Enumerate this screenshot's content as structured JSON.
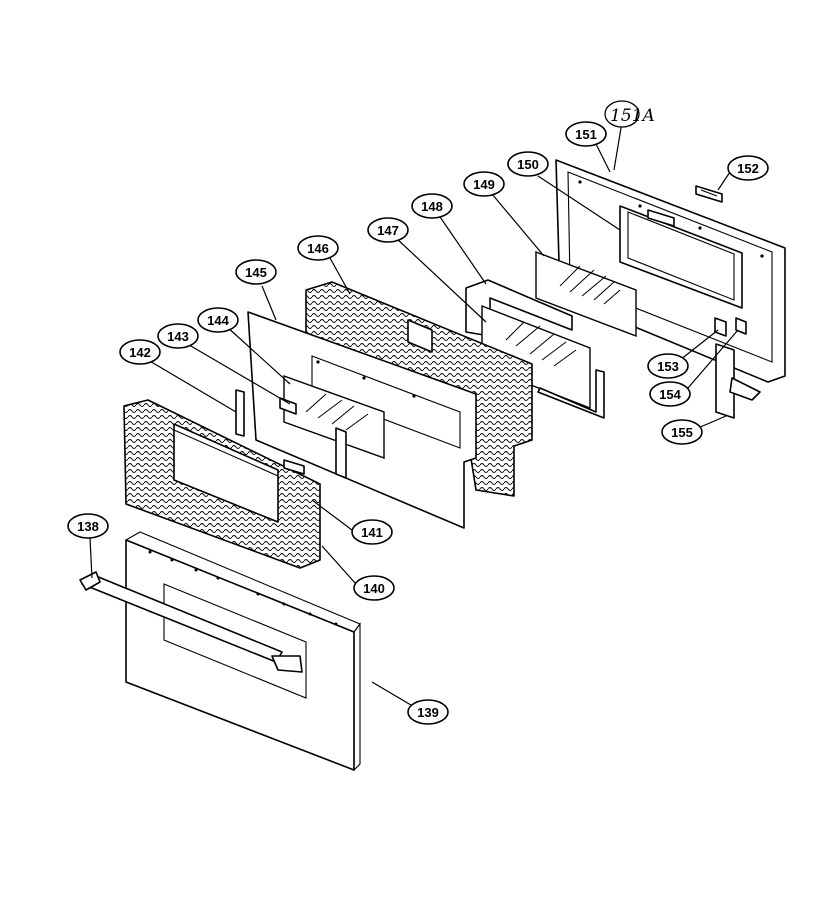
{
  "callouts": [
    {
      "id": "138",
      "label": "138"
    },
    {
      "id": "139",
      "label": "139"
    },
    {
      "id": "140",
      "label": "140"
    },
    {
      "id": "141",
      "label": "141"
    },
    {
      "id": "142",
      "label": "142"
    },
    {
      "id": "143",
      "label": "143"
    },
    {
      "id": "144",
      "label": "144"
    },
    {
      "id": "145",
      "label": "145"
    },
    {
      "id": "146",
      "label": "146"
    },
    {
      "id": "147",
      "label": "147"
    },
    {
      "id": "148",
      "label": "148"
    },
    {
      "id": "149",
      "label": "149"
    },
    {
      "id": "150",
      "label": "150"
    },
    {
      "id": "151",
      "label": "151"
    },
    {
      "id": "152",
      "label": "152"
    },
    {
      "id": "153",
      "label": "153"
    },
    {
      "id": "154",
      "label": "154"
    },
    {
      "id": "155",
      "label": "155"
    }
  ],
  "handwritten_note": "151A"
}
